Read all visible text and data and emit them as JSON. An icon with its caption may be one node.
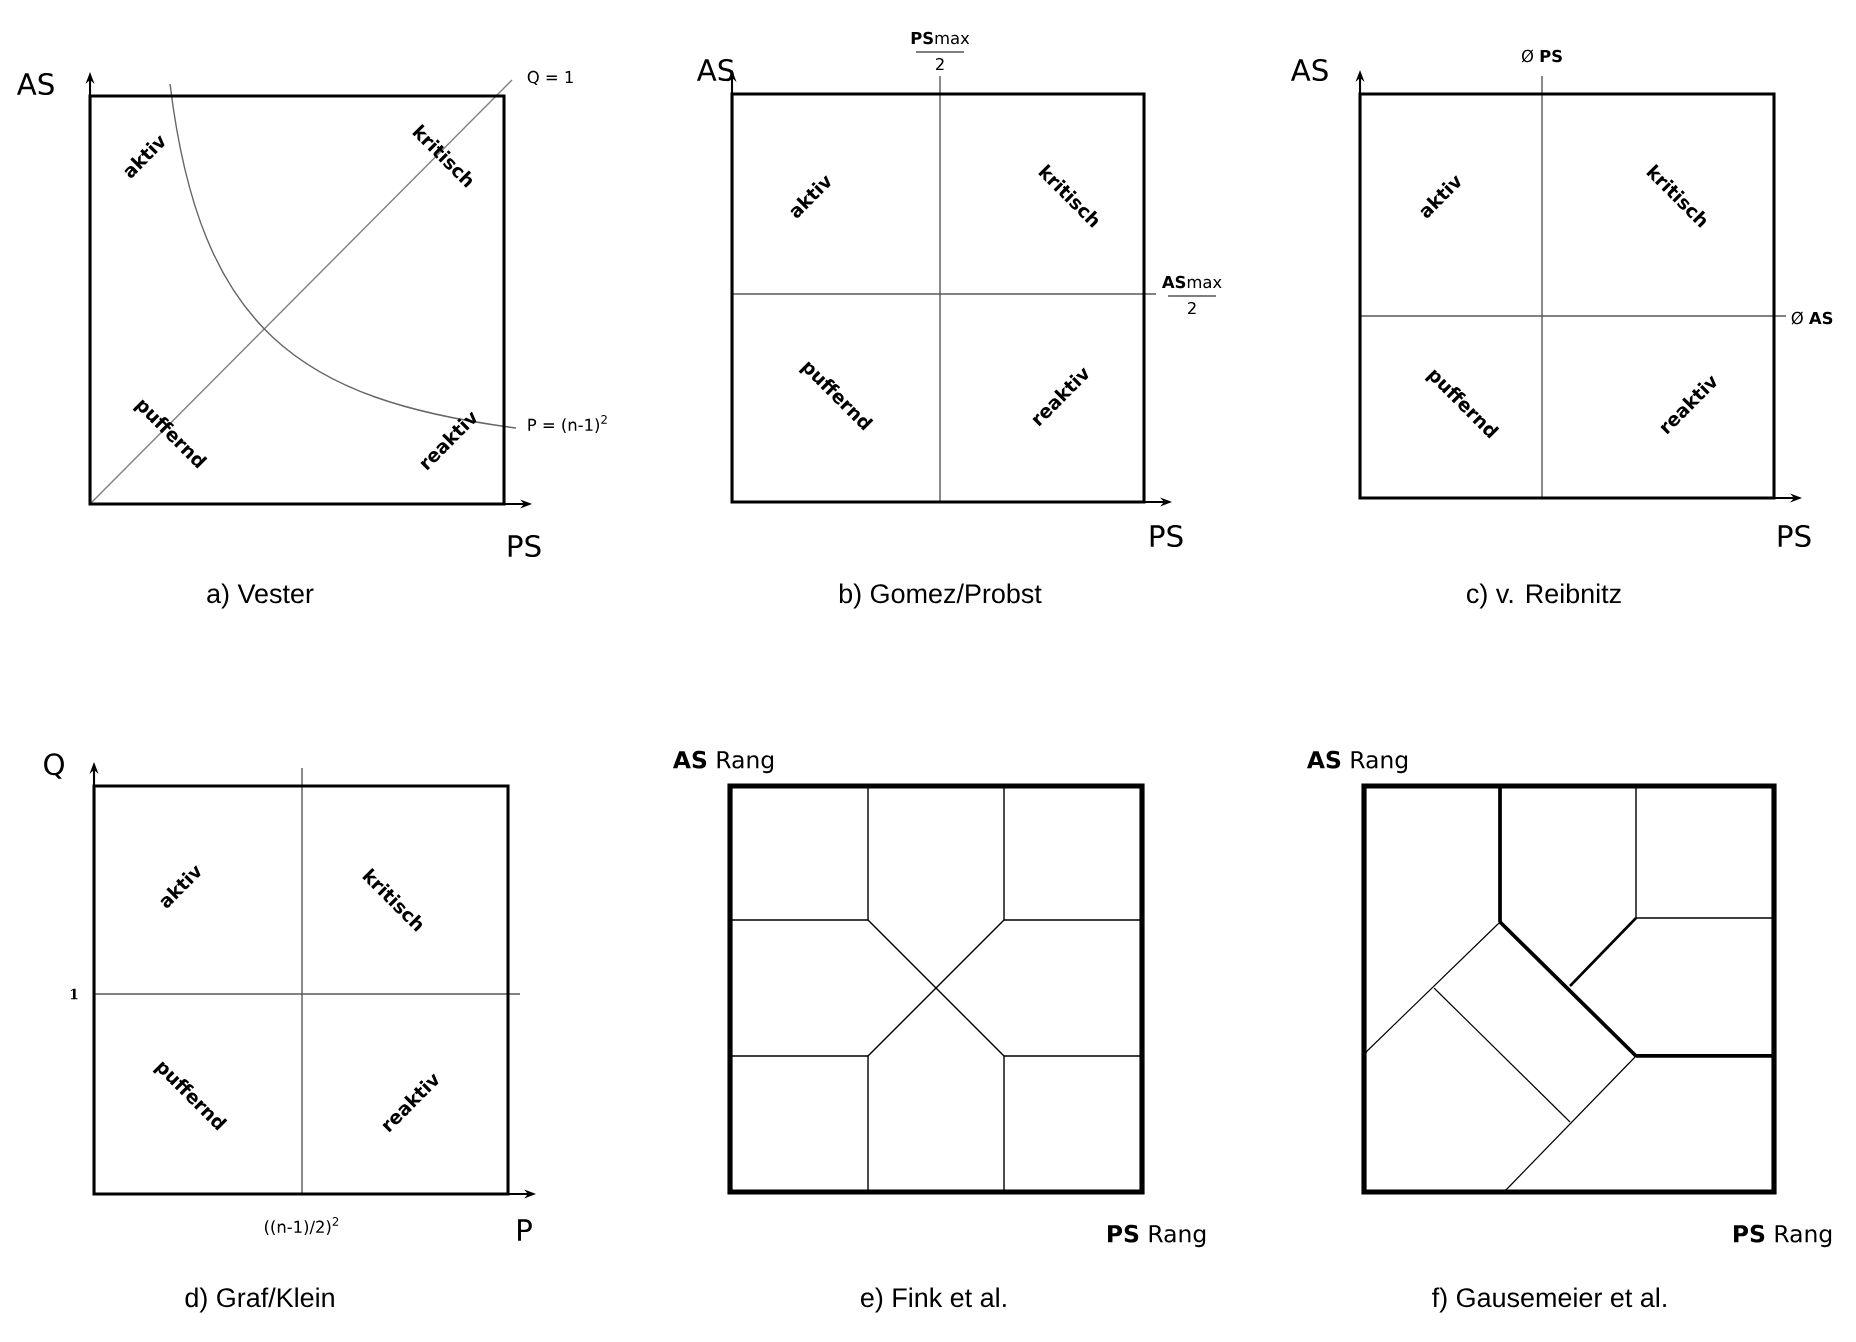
{
  "diagram": {
    "nodes": [
      {
        "text": [
          "aktiv",
          "kritisch",
          "puffernd",
          "reaktiv"
        ],
        "beside": [
          "AS",
          "Q = 1",
          "P = (n-1)$^{2}$",
          "PS",
          "a) Vester"
        ]
      },
      {
        "text": [
          "aktiv",
          "kritisch",
          "puffernd",
          "reaktiv"
        ],
        "beside": [
          "AS",
          "**PS**max",
          "2",
          "**AS**max",
          "2",
          "PS",
          "b) Gomez/Probst"
        ]
      },
      {
        "text": [
          "aktiv",
          "kritisch",
          "puffernd",
          "reaktiv"
        ],
        "beside": [
          "AS",
          "Ø **PS**",
          "Ø **AS**",
          "PS",
          "c) v. Reibnitz"
        ]
      },
      {
        "text": [
          "aktiv",
          "kritisch",
          "puffernd",
          "reaktiv"
        ],
        "beside": [
          "Q",
          "1",
          "((n-1)/2)$^{2}$",
          "P",
          "d) Graf/Klein"
        ]
      },
      {
        "text": [],
        "shape": "box",
        "beside": [
          "**AS** Rang",
          "**PS** Rang",
          "e) Fink et al."
        ]
      },
      {
        "text": [],
        "shape": "box",
        "beside": [
          "**AS** Rang",
          "**PS** Rang",
          "f) Gausemeier et al."
        ]
      }
    ]
  }
}
